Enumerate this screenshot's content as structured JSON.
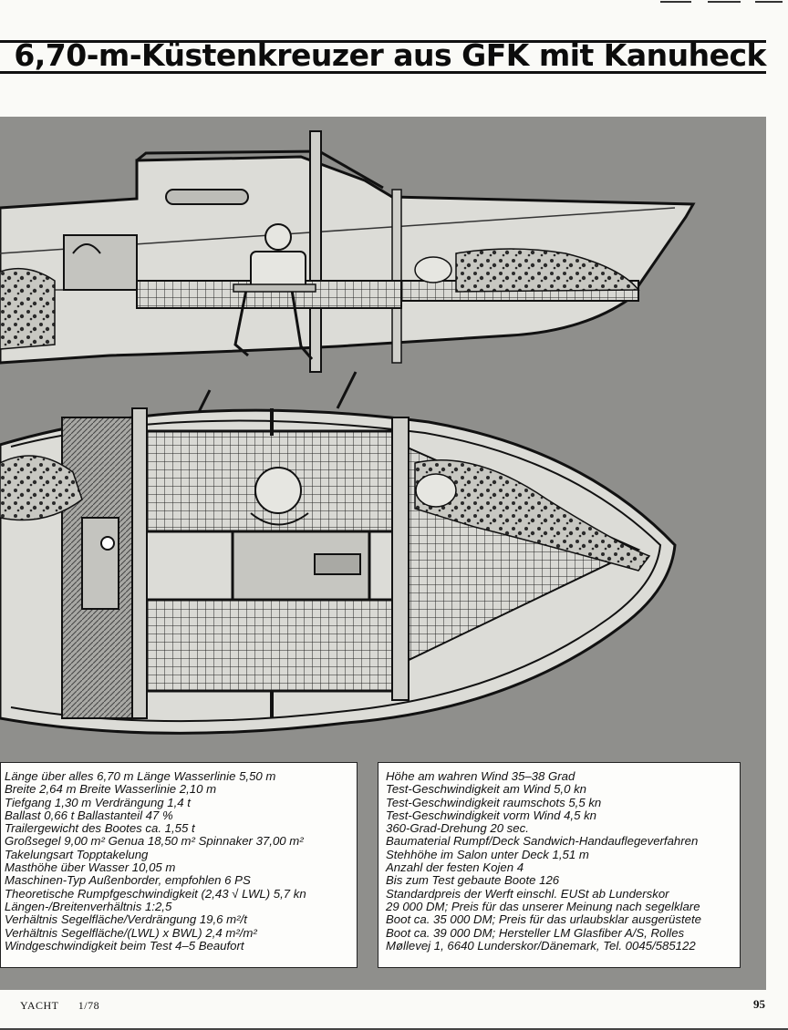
{
  "header": {
    "title": "6,70-m-Küstenkreuzer aus GFK mit Kanuheck"
  },
  "illustration": {
    "description_icon": "boat-cutaway-illustration"
  },
  "specs_left": [
    "Länge über alles 6,70 m   Länge Wasserlinie 5,50 m",
    "Breite 2,64 m    Breite Wasserlinie 2,10 m",
    "Tiefgang 1,30 m    Verdrängung 1,4 t",
    "Ballast 0,66 t    Ballastanteil 47 %",
    "Trailergewicht des Bootes ca. 1,55 t",
    "Großsegel 9,00 m²   Genua 18,50 m²   Spinnaker 37,00 m²",
    "Takelungsart Topptakelung",
    "Masthöhe über Wasser 10,05 m",
    "Maschinen-Typ Außenborder, empfohlen 6 PS",
    "Theoretische Rumpfgeschwindigkeit (2,43 √ LWL) 5,7 kn",
    "Längen-/Breitenverhältnis 1:2,5",
    "Verhältnis Segelfläche/Verdrängung 19,6 m²/t",
    "Verhältnis Segelfläche/(LWL) x BWL) 2,4 m²/m²",
    "Windgeschwindigkeit beim Test 4–5 Beaufort"
  ],
  "specs_right": [
    "Höhe am wahren Wind 35–38 Grad",
    "Test-Geschwindigkeit am Wind 5,0 kn",
    "Test-Geschwindigkeit raumschots 5,5 kn",
    "Test-Geschwindigkeit vorm Wind 4,5 kn",
    "360-Grad-Drehung 20 sec.",
    "Baumaterial Rumpf/Deck Sandwich-Handauflegeverfahren",
    "Stehhöhe im Salon unter Deck 1,51 m",
    "Anzahl der festen Kojen 4",
    "Bis zum Test gebaute Boote 126",
    "Standardpreis der Werft einschl. EUSt ab Lunderskor",
    "29 000 DM; Preis für das unserer Meinung nach segelklare",
    "Boot ca. 35 000 DM; Preis für das urlaubsklar ausgerüstete",
    "Boot ca. 39 000 DM; Hersteller LM Glasfiber A/S, Rolles",
    "Møllevej 1, 6640 Lunderskor/Dänemark, Tel. 0045/585122"
  ],
  "footer": {
    "magazine": "YACHT",
    "issue": "1/78",
    "page": "95"
  }
}
